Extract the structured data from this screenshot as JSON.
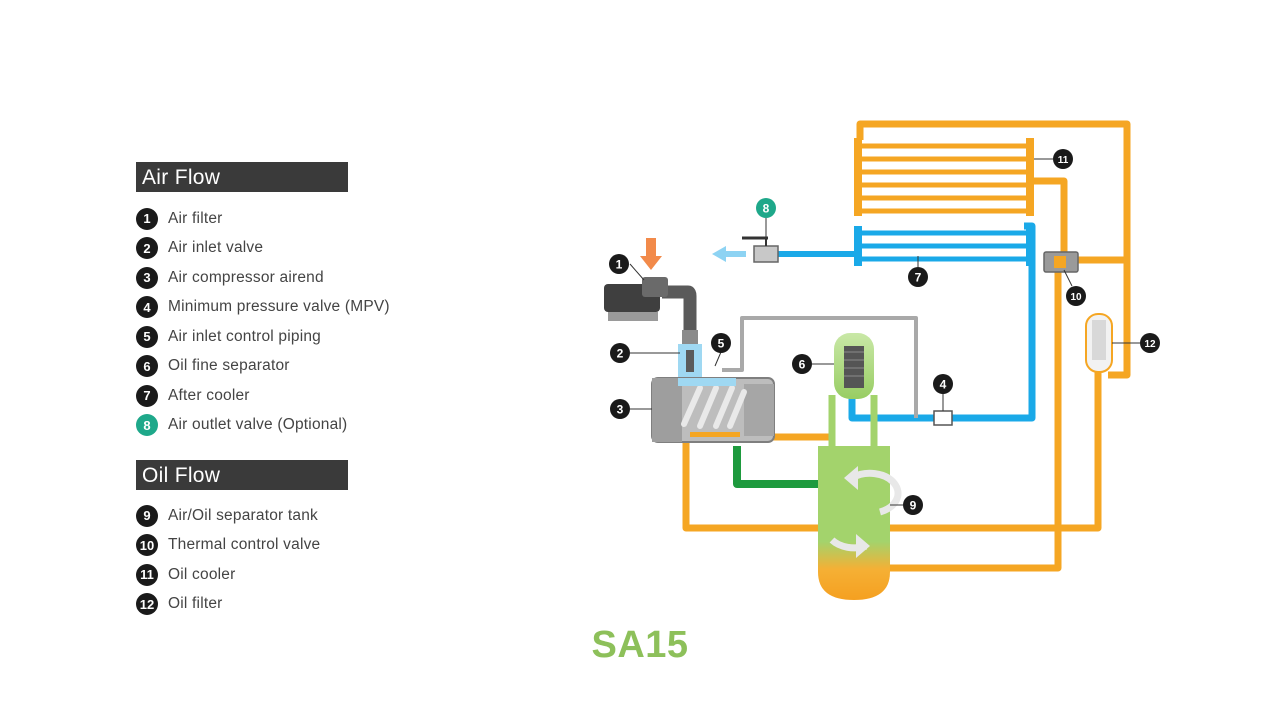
{
  "air_flow": {
    "title": "Air Flow",
    "items": [
      {
        "num": "1",
        "label": "Air filter"
      },
      {
        "num": "2",
        "label": "Air inlet valve"
      },
      {
        "num": "3",
        "label": "Air compressor airend"
      },
      {
        "num": "4",
        "label": "Minimum pressure valve (MPV)"
      },
      {
        "num": "5",
        "label": "Air inlet control piping"
      },
      {
        "num": "6",
        "label": "Oil fine separator"
      },
      {
        "num": "7",
        "label": "After cooler"
      },
      {
        "num": "8",
        "label": "Air outlet valve (Optional)",
        "highlight": true
      }
    ]
  },
  "oil_flow": {
    "title": "Oil Flow",
    "items": [
      {
        "num": "9",
        "label": "Air/Oil separator tank"
      },
      {
        "num": "10",
        "label": "Thermal control valve"
      },
      {
        "num": "11",
        "label": "Oil cooler"
      },
      {
        "num": "12",
        "label": "Oil filter"
      }
    ]
  },
  "model": "SA15",
  "colors": {
    "oil": "#f5a623",
    "air": "#1aa9e8",
    "air_light": "#9fd8f2",
    "green": "#1e9a3e",
    "tank_green": "#9fd06a",
    "gray_pipe": "#a9a9a9",
    "legend_bg": "#3a3a3a",
    "callout": "#1a1a1a",
    "teal": "#1ea88a",
    "model_text": "#8dc05a",
    "intake_arrow": "#f28a4a"
  },
  "callouts": [
    "1",
    "2",
    "3",
    "4",
    "5",
    "6",
    "7",
    "8",
    "9",
    "10",
    "11",
    "12"
  ]
}
